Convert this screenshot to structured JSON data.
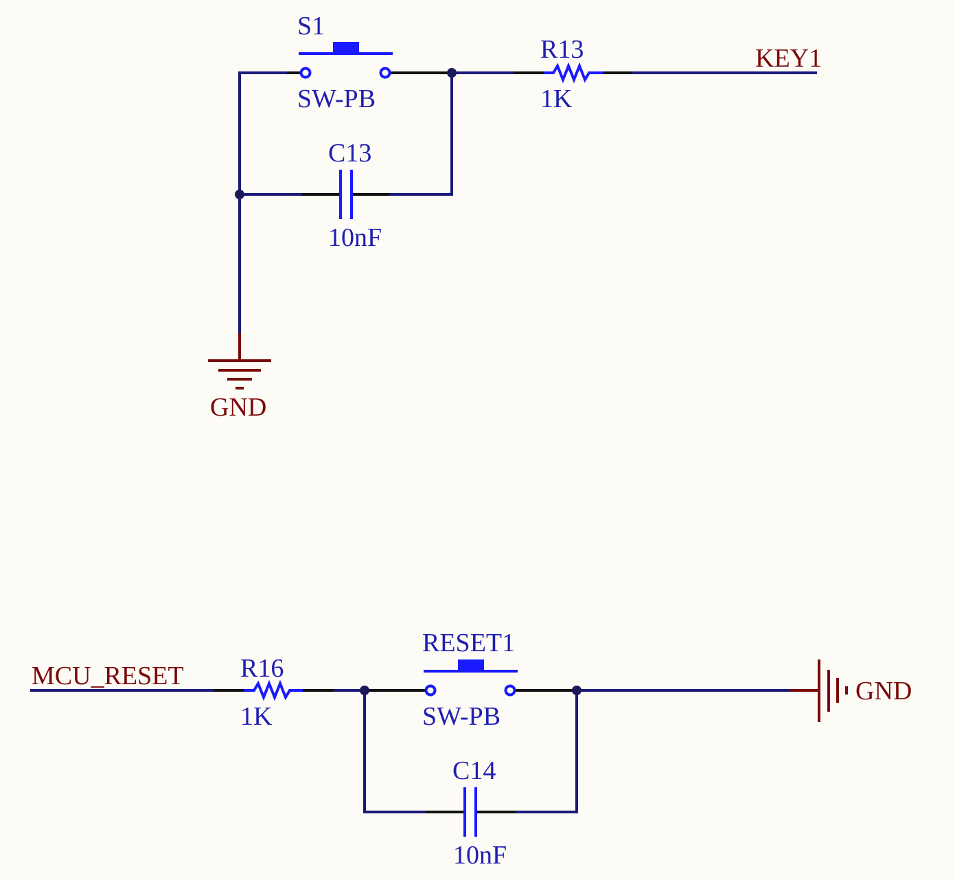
{
  "top_circuit": {
    "switch": {
      "designator": "S1",
      "value": "SW-PB"
    },
    "resistor": {
      "designator": "R13",
      "value": "1K"
    },
    "capacitor": {
      "designator": "C13",
      "value": "10nF"
    },
    "net_label": "KEY1",
    "ground_label": "GND"
  },
  "bottom_circuit": {
    "net_label": "MCU_RESET",
    "resistor": {
      "designator": "R16",
      "value": "1K"
    },
    "switch": {
      "designator": "RESET1",
      "value": "SW-PB"
    },
    "capacitor": {
      "designator": "C14",
      "value": "10nF"
    },
    "ground_label": "GND"
  },
  "colors": {
    "background": "#fdfbf6",
    "wire": "#1a1a7a",
    "component": "#1a1aff",
    "pin": "#111111",
    "power_net": "#7a0a0a",
    "label_blue": "#1f1fb0"
  }
}
